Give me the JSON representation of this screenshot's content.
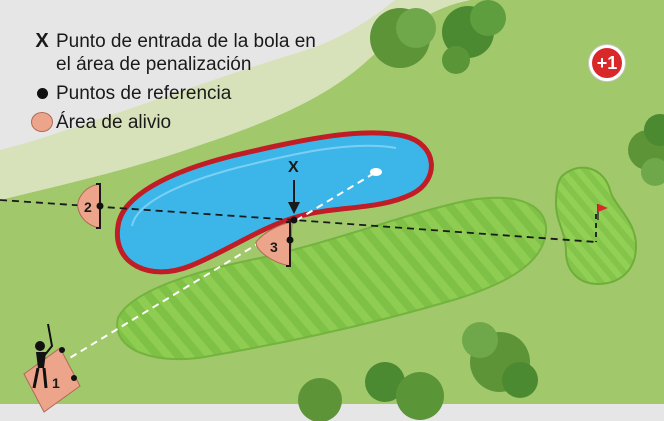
{
  "legend": {
    "items": [
      {
        "symbol": "X",
        "text": "Punto de entrada de la bola en\nel área de penalización"
      },
      {
        "symbol": "dot",
        "text": "Puntos de referencia"
      },
      {
        "symbol": "area",
        "text": "Área de alivio"
      }
    ]
  },
  "badge": "+1",
  "markers": {
    "entry": "X",
    "relief_1": "1",
    "relief_2": "2",
    "relief_3": "3"
  },
  "colors": {
    "rough": "#a2c86c",
    "light_rough": "#d7e2ba",
    "background": "#e6e6e6",
    "fairway": "#8fcc52",
    "water": "#3cb6e8",
    "hazard_line": "#c01d26",
    "relief_area": "#eca48b",
    "badge": "#d8282a"
  }
}
